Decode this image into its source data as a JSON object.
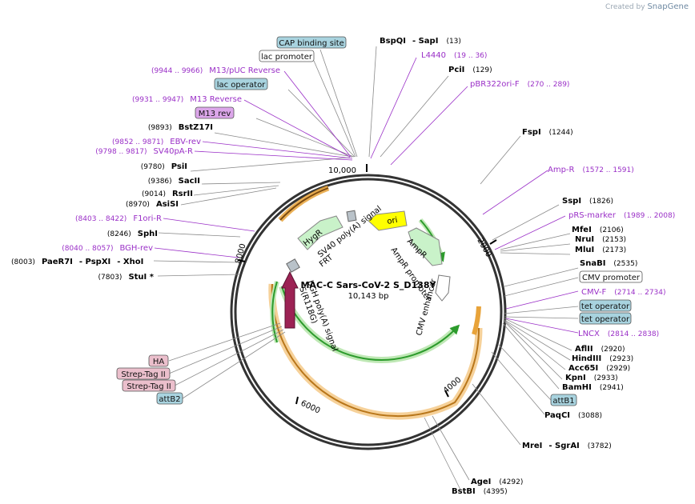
{
  "app": {
    "credit_prefix": "Created by",
    "credit_brand": "SnapGene"
  },
  "plasmid": {
    "name": "MAC-C Sars-CoV-2 S_D138Y",
    "size": "10,143 bp"
  },
  "ticks": [
    "2000",
    "4000",
    "6000",
    "8000",
    "10,000"
  ],
  "enzymes_right": [
    {
      "name": "BspQI",
      "sep": "- SapI",
      "pos": "(13)"
    },
    {
      "name": "PciI",
      "pos": "(129)"
    },
    {
      "name": "FspI",
      "pos": "(1244)"
    },
    {
      "name": "SspI",
      "pos": "(1826)"
    },
    {
      "name": "MfeI",
      "pos": "(2106)"
    },
    {
      "name": "NruI",
      "pos": "(2153)"
    },
    {
      "name": "MluI",
      "pos": "(2173)"
    },
    {
      "name": "SnaBI",
      "pos": "(2535)"
    },
    {
      "name": "AflII",
      "pos": "(2920)"
    },
    {
      "name": "HindIII",
      "pos": "(2923)"
    },
    {
      "name": "Acc65I",
      "pos": "(2929)"
    },
    {
      "name": "KpnI",
      "pos": "(2933)"
    },
    {
      "name": "BamHI",
      "pos": "(2941)"
    },
    {
      "name": "PaqCI",
      "pos": "(3088)"
    },
    {
      "name": "MreI",
      "sep": "- SgrAI",
      "pos": "(3782)"
    },
    {
      "name": "AgeI",
      "pos": "(4292)"
    },
    {
      "name": "BstBI",
      "pos": "(4395)"
    }
  ],
  "enzymes_left": [
    {
      "name": "BstZ17I",
      "pos": "(9893)"
    },
    {
      "name": "PsiI",
      "pos": "(9780)"
    },
    {
      "name": "SacII",
      "pos": "(9386)"
    },
    {
      "name": "RsrII",
      "pos": "(9014)"
    },
    {
      "name": "AsiSI",
      "pos": "(8970)"
    },
    {
      "name": "SphI",
      "pos": "(8246)"
    },
    {
      "name": "PaeR7I",
      "sep1": "- PspXI",
      "sep2": "- XhoI",
      "pos": "(8003)"
    },
    {
      "name": "StuI *",
      "pos": "(7803)"
    }
  ],
  "primers": [
    {
      "name": "L4440",
      "pos": "(19 .. 36)"
    },
    {
      "name": "pBR322ori-F",
      "pos": "(270 .. 289)"
    },
    {
      "name": "Amp-R",
      "pos": "(1572 .. 1591)"
    },
    {
      "name": "pRS-marker",
      "pos": "(1989 .. 2008)"
    },
    {
      "name": "CMV-F",
      "pos": "(2714 .. 2734)"
    },
    {
      "name": "LNCX",
      "pos": "(2814 .. 2838)"
    },
    {
      "name": "M13/pUC Reverse",
      "pos": "(9944 .. 9966)"
    },
    {
      "name": "M13 Reverse",
      "pos": "(9931 .. 9947)"
    },
    {
      "name": "EBV-rev",
      "pos": "(9852 .. 9871)"
    },
    {
      "name": "SV40pA-R",
      "pos": "(9798 .. 9817)"
    },
    {
      "name": "F1ori-R",
      "pos": "(8403 .. 8422)"
    },
    {
      "name": "BGH-rev",
      "pos": "(8040 .. 8057)"
    }
  ],
  "boxed_features": {
    "cap_binding_site": "CAP binding site",
    "lac_promoter": "lac promoter",
    "lac_operator": "lac operator",
    "m13_rev": "M13 rev",
    "cmv_promoter": "CMV promoter",
    "tet_operator_1": "tet operator",
    "tet_operator_2": "tet operator",
    "attb1": "attB1",
    "ha": "HA",
    "strep_tag_1": "Strep-Tag II",
    "strep_tag_2": "Strep-Tag II",
    "attb2": "attB2"
  },
  "inner_labels": {
    "ori": "ori",
    "ampr": "AmpR",
    "ampr_promoter": "AmpR promoter",
    "hygr": "HygR",
    "sv40_polya": "SV40 poly(A) signal",
    "frt": "FRT",
    "bgh_polya": "bGH poly(A) signal",
    "s_gene": "S(R118G)",
    "cmv_enhancer": "CMV enhancer"
  },
  "colors": {
    "primer": "#9a2fc7",
    "feature_box": "#a8d3df",
    "m13_box": "#dca6ea",
    "tag_box": "#ebbfcc",
    "ori": "#ffff00",
    "marker": "#c9f2c9",
    "s_gene": "#9c2254",
    "orange": "#e8a33a",
    "green": "#2c9b2c"
  }
}
